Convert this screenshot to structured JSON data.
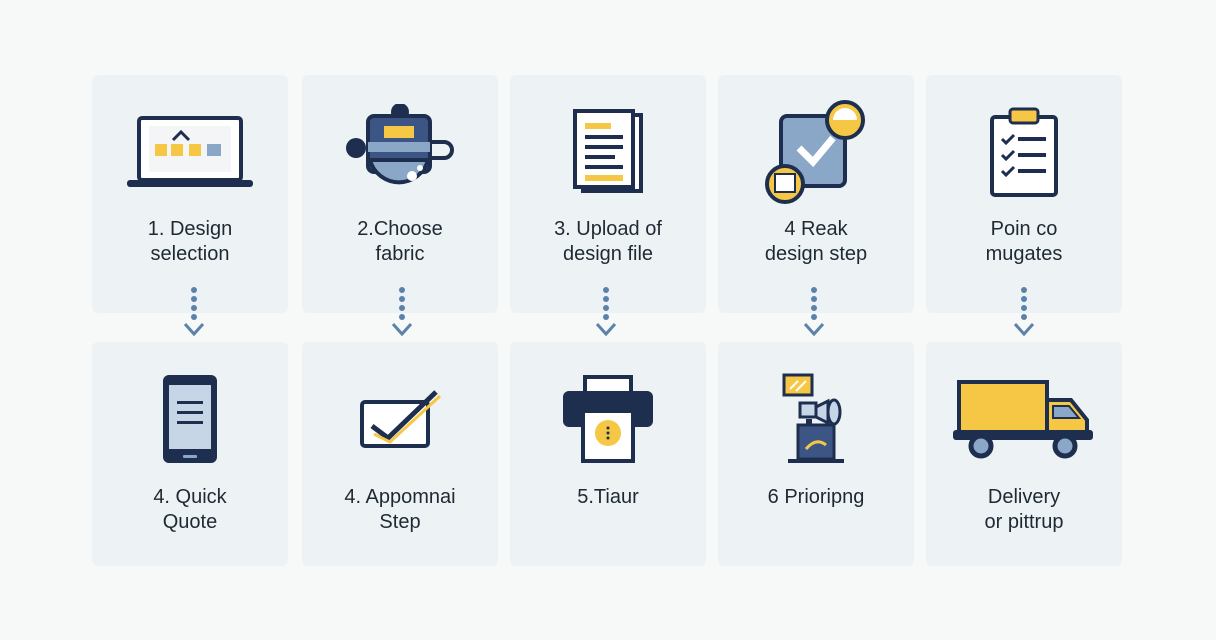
{
  "steps_top": [
    {
      "label": "1. Design\nselection",
      "icon": "laptop-icon"
    },
    {
      "label": "2.Choose\nfabric",
      "icon": "fabric-icon"
    },
    {
      "label": "3. Upload of\ndesign file",
      "icon": "document-icon"
    },
    {
      "label": "4 Reak\ndesign step",
      "icon": "check-box-icon"
    },
    {
      "label": "Poin co\nmugates",
      "icon": "clipboard-icon"
    }
  ],
  "steps_bottom": [
    {
      "label": "4. Quick\nQuote",
      "icon": "phone-icon"
    },
    {
      "label": "4. Appomnai\nStep",
      "icon": "checkmark-card-icon"
    },
    {
      "label": "5.Tiaur",
      "icon": "printer-icon"
    },
    {
      "label": "6 Prioripng",
      "icon": "press-icon"
    },
    {
      "label": "Delivery\nor pittrup",
      "icon": "truck-icon"
    }
  ],
  "colors": {
    "navy": "#1e2e4f",
    "yellow": "#f6c744",
    "blue": "#8aa7c7",
    "arrow": "#5a82aa"
  }
}
